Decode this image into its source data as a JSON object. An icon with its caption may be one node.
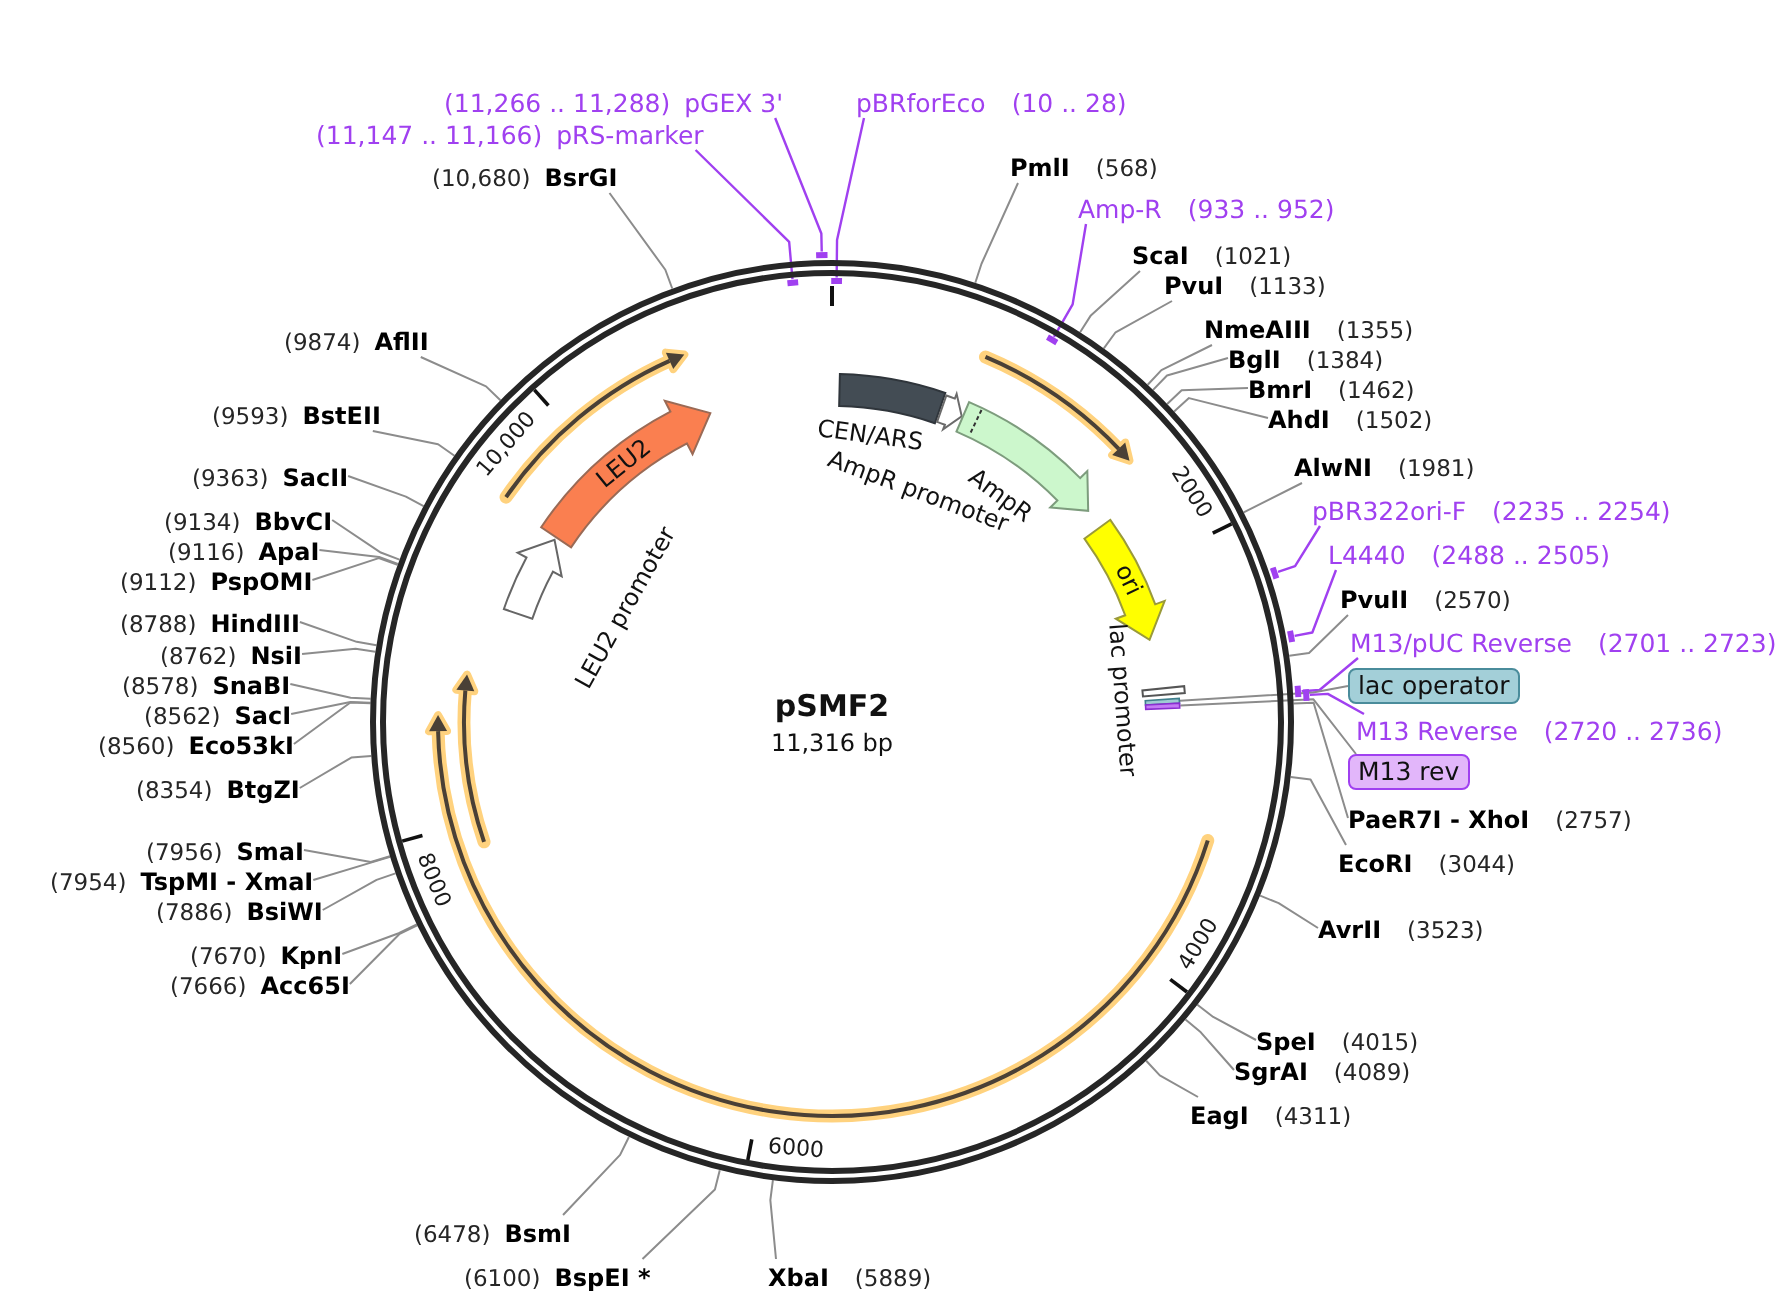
{
  "diagram": {
    "nodes": [
      {
        "text": [
          "pSMF2",
          "11,316 bp"
        ]
      },
      {
        "text": [
          "CEN/ARS"
        ],
        "in": 0
      },
      {
        "text": [
          "AmpR promoter"
        ],
        "in": 0
      },
      {
        "text": [
          "AmpR"
        ],
        "in": 0
      },
      {
        "text": [
          "ori"
        ],
        "in": 0
      },
      {
        "text": [
          "lac promoter"
        ],
        "in": 0
      },
      {
        "text": [],
        "shape": "bar",
        "in": 0
      },
      {
        "text": [],
        "shape": "bar",
        "in": 0
      },
      {
        "text": [
          "LEU2 promoter"
        ],
        "in": 0
      },
      {
        "text": [
          "LEU2"
        ],
        "in": 0
      },
      {
        "text": [
          "pBRforEco",
          "(10 .. 28)"
        ]
      },
      {
        "text": [],
        "shape": "bar",
        "in": 0
      },
      {
        "text": [
          "PmlI",
          "(568)"
        ]
      },
      {
        "text": [
          "Amp-R",
          "(933 .. 952)"
        ]
      },
      {
        "text": [],
        "shape": "bar",
        "in": 0
      },
      {
        "text": [
          "ScaI",
          "(1021)"
        ]
      },
      {
        "text": [
          "PvuI",
          "(1133)"
        ]
      },
      {
        "text": [
          "NmeAIII",
          "(1355)"
        ]
      },
      {
        "text": [
          "BglI",
          "(1384)"
        ]
      },
      {
        "text": [
          "BmrI",
          "(1462)"
        ]
      },
      {
        "text": [
          "AhdI",
          "(1502)"
        ]
      },
      {
        "text": [
          "AlwNI",
          "(1981)"
        ]
      },
      {
        "text": [
          "pBR322ori-F",
          "(2235 .. 2254)"
        ]
      },
      {
        "text": [],
        "shape": "bar"
      },
      {
        "text": [
          "L4440",
          "(2488 .. 2505)"
        ]
      },
      {
        "text": [],
        "shape": "bar"
      },
      {
        "text": [
          "PvuII",
          "(2570)"
        ]
      },
      {
        "text": [
          "M13/pUC Reverse",
          "(2701 .. 2723)"
        ]
      },
      {
        "text": [],
        "shape": "bar"
      },
      {
        "text": [
          "lac operator"
        ]
      },
      {
        "text": [
          "M13 Reverse",
          "(2720 .. 2736)"
        ]
      },
      {
        "text": [],
        "shape": "bar"
      },
      {
        "text": [
          "M13 rev"
        ]
      },
      {
        "text": [
          "PaeR7I - XhoI",
          "(2757)"
        ]
      },
      {
        "text": [
          "EcoRI",
          "(3044)"
        ]
      },
      {
        "text": [
          "AvrII",
          "(3523)"
        ]
      },
      {
        "text": [
          "SpeI",
          "(4015)"
        ]
      },
      {
        "text": [
          "SgrAI",
          "(4089)"
        ]
      },
      {
        "text": [
          "EagI",
          "(4311)"
        ]
      },
      {
        "text": [
          "XbaI",
          "(5889)"
        ]
      },
      {
        "text": [
          "(6100)",
          "BspEI *"
        ]
      },
      {
        "text": [
          "(6478)",
          "BsmI"
        ]
      },
      {
        "text": [
          "(7666)",
          "Acc65I"
        ]
      },
      {
        "text": [
          "(7670)",
          "KpnI"
        ]
      },
      {
        "text": [
          "(7886)",
          "BsiWI"
        ]
      },
      {
        "text": [
          "(7954)",
          "TspMI - XmaI"
        ]
      },
      {
        "text": [
          "(7956)",
          "SmaI"
        ]
      },
      {
        "text": [
          "(8354)",
          "BtgZI"
        ]
      },
      {
        "text": [
          "(8560)",
          "Eco53kI"
        ]
      },
      {
        "text": [
          "(8562)",
          "SacI"
        ]
      },
      {
        "text": [
          "(8578)",
          "SnaBI"
        ]
      },
      {
        "text": [
          "(8762)",
          "NsiI"
        ]
      },
      {
        "text": [
          "(8788)",
          "HindIII"
        ]
      },
      {
        "text": [
          "(9112)",
          "PspOMI"
        ]
      },
      {
        "text": [
          "(9116)",
          "ApaI"
        ]
      },
      {
        "text": [
          "(9134)",
          "BbvCI"
        ]
      },
      {
        "text": [
          "(9363)",
          "SacII"
        ]
      },
      {
        "text": [
          "(9593)",
          "BstEII"
        ]
      },
      {
        "text": [
          "(9874)",
          "AflII"
        ]
      },
      {
        "text": [
          "(10,680)",
          "BsrGI"
        ]
      },
      {
        "text": [
          "(11,147 .. 11,166)",
          "pRS-marker"
        ]
      },
      {
        "text": [],
        "shape": "bar",
        "in": 0
      },
      {
        "text": [
          "(11,266 .. 11,288)",
          "pGEX 3'"
        ]
      },
      {
        "text": [],
        "shape": "bar"
      }
    ],
    "edges": [
      {
        "from": 10,
        "to": 11,
        "arrow": "none",
        "color": "#a040f0"
      },
      {
        "from": 12,
        "to": 0,
        "arrow": "none"
      },
      {
        "from": 13,
        "to": 14,
        "arrow": "none",
        "color": "#a040f0"
      },
      {
        "from": 15,
        "to": 0,
        "arrow": "none"
      },
      {
        "from": 16,
        "to": 0,
        "arrow": "none"
      },
      {
        "from": 17,
        "to": 0,
        "arrow": "none"
      },
      {
        "from": 18,
        "to": 0,
        "arrow": "none"
      },
      {
        "from": 19,
        "to": 0,
        "arrow": "none"
      },
      {
        "from": 20,
        "to": 0,
        "arrow": "none"
      },
      {
        "from": 21,
        "to": 0,
        "arrow": "none"
      },
      {
        "from": 22,
        "to": 23,
        "arrow": "none",
        "color": "#a040f0"
      },
      {
        "from": 24,
        "to": 25,
        "arrow": "none",
        "color": "#a040f0"
      },
      {
        "from": 26,
        "to": 0,
        "arrow": "none"
      },
      {
        "from": 27,
        "to": 28,
        "arrow": "none",
        "color": "#a040f0"
      },
      {
        "from": 29,
        "to": 6,
        "arrow": "none"
      },
      {
        "from": 30,
        "to": 31,
        "arrow": "none",
        "color": "#a040f0"
      },
      {
        "from": 32,
        "to": 7,
        "arrow": "none"
      },
      {
        "from": 33,
        "to": 0,
        "arrow": "none"
      },
      {
        "from": 34,
        "to": 0,
        "arrow": "none"
      },
      {
        "from": 35,
        "to": 0,
        "arrow": "none"
      },
      {
        "from": 36,
        "to": 0,
        "arrow": "none"
      },
      {
        "from": 37,
        "to": 0,
        "arrow": "none"
      },
      {
        "from": 38,
        "to": 0,
        "arrow": "none"
      },
      {
        "from": 39,
        "to": 0,
        "arrow": "none"
      },
      {
        "from": 40,
        "to": 0,
        "arrow": "none"
      },
      {
        "from": 41,
        "to": 0,
        "arrow": "none"
      },
      {
        "from": 42,
        "to": 0,
        "arrow": "none"
      },
      {
        "from": 43,
        "to": 0,
        "arrow": "none"
      },
      {
        "from": 44,
        "to": 0,
        "arrow": "none"
      },
      {
        "from": 45,
        "to": 0,
        "arrow": "none"
      },
      {
        "from": 46,
        "to": 0,
        "arrow": "none"
      },
      {
        "from": 47,
        "to": 0,
        "arrow": "none"
      },
      {
        "from": 48,
        "to": 0,
        "arrow": "none"
      },
      {
        "from": 49,
        "to": 0,
        "arrow": "none"
      },
      {
        "from": 50,
        "to": 0,
        "arrow": "none"
      },
      {
        "from": 51,
        "to": 0,
        "arrow": "none"
      },
      {
        "from": 52,
        "to": 0,
        "arrow": "none"
      },
      {
        "from": 53,
        "to": 0,
        "arrow": "none"
      },
      {
        "from": 54,
        "to": 0,
        "arrow": "none"
      },
      {
        "from": 55,
        "to": 0,
        "arrow": "none"
      },
      {
        "from": 56,
        "to": 0,
        "arrow": "none"
      },
      {
        "from": 57,
        "to": 0,
        "arrow": "none"
      },
      {
        "from": 58,
        "to": 0,
        "arrow": "none"
      },
      {
        "from": 59,
        "to": 0,
        "arrow": "none"
      },
      {
        "from": 60,
        "to": 61,
        "arrow": "none",
        "color": "#a040f0"
      },
      {
        "from": 62,
        "to": 63,
        "arrow": "none",
        "color": "#a040f0"
      }
    ],
    "labels": [
      "2000",
      "4000",
      "6000",
      "8000",
      "10,000"
    ]
  }
}
